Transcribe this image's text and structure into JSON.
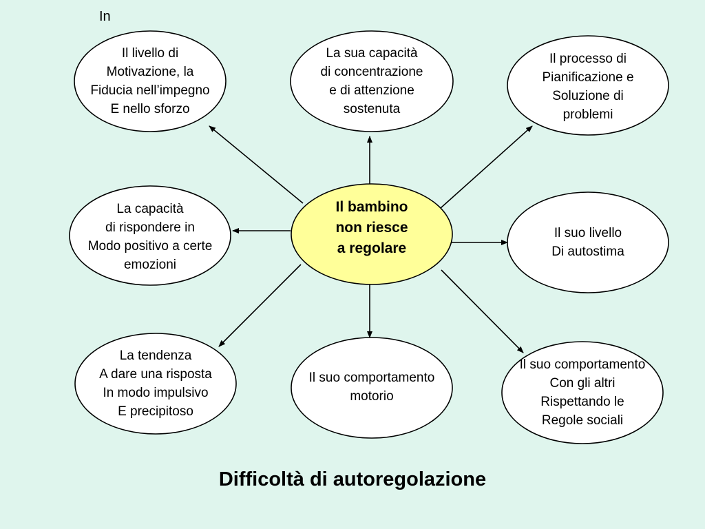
{
  "stray_text": "In",
  "center": {
    "lines": [
      "Il bambino",
      "non riesce",
      "a regolare"
    ]
  },
  "nodes": [
    {
      "id": "motivazione",
      "lines": [
        "Il livello di",
        "Motivazione, la",
        "Fiducia nell’impegno",
        "E nello sforzo"
      ]
    },
    {
      "id": "concentrazione",
      "lines": [
        "La sua capacità",
        "di concentrazione",
        "e di attenzione",
        "sostenuta"
      ]
    },
    {
      "id": "pianificazione",
      "lines": [
        "Il processo di",
        "Pianificazione e",
        "Soluzione di",
        "problemi"
      ]
    },
    {
      "id": "emozioni",
      "lines": [
        "La capacità",
        "di rispondere in",
        "Modo positivo a certe",
        "emozioni"
      ]
    },
    {
      "id": "autostima",
      "lines": [
        "Il suo livello",
        "Di autostima"
      ]
    },
    {
      "id": "impulsivita",
      "lines": [
        "La tendenza",
        "A dare una risposta",
        "In modo impulsivo",
        "E precipitoso"
      ]
    },
    {
      "id": "motorio",
      "lines": [
        "Il suo comportamento",
        "motorio"
      ]
    },
    {
      "id": "sociale",
      "lines": [
        "Il suo comportamento",
        "Con gli altri",
        "Rispettando le",
        "Regole sociali"
      ]
    }
  ],
  "caption": "Difficoltà di autoregolazione",
  "colors": {
    "background": "#dff5ed",
    "center_fill": "#ffff99",
    "node_fill": "#ffffff",
    "stroke": "#000000"
  }
}
